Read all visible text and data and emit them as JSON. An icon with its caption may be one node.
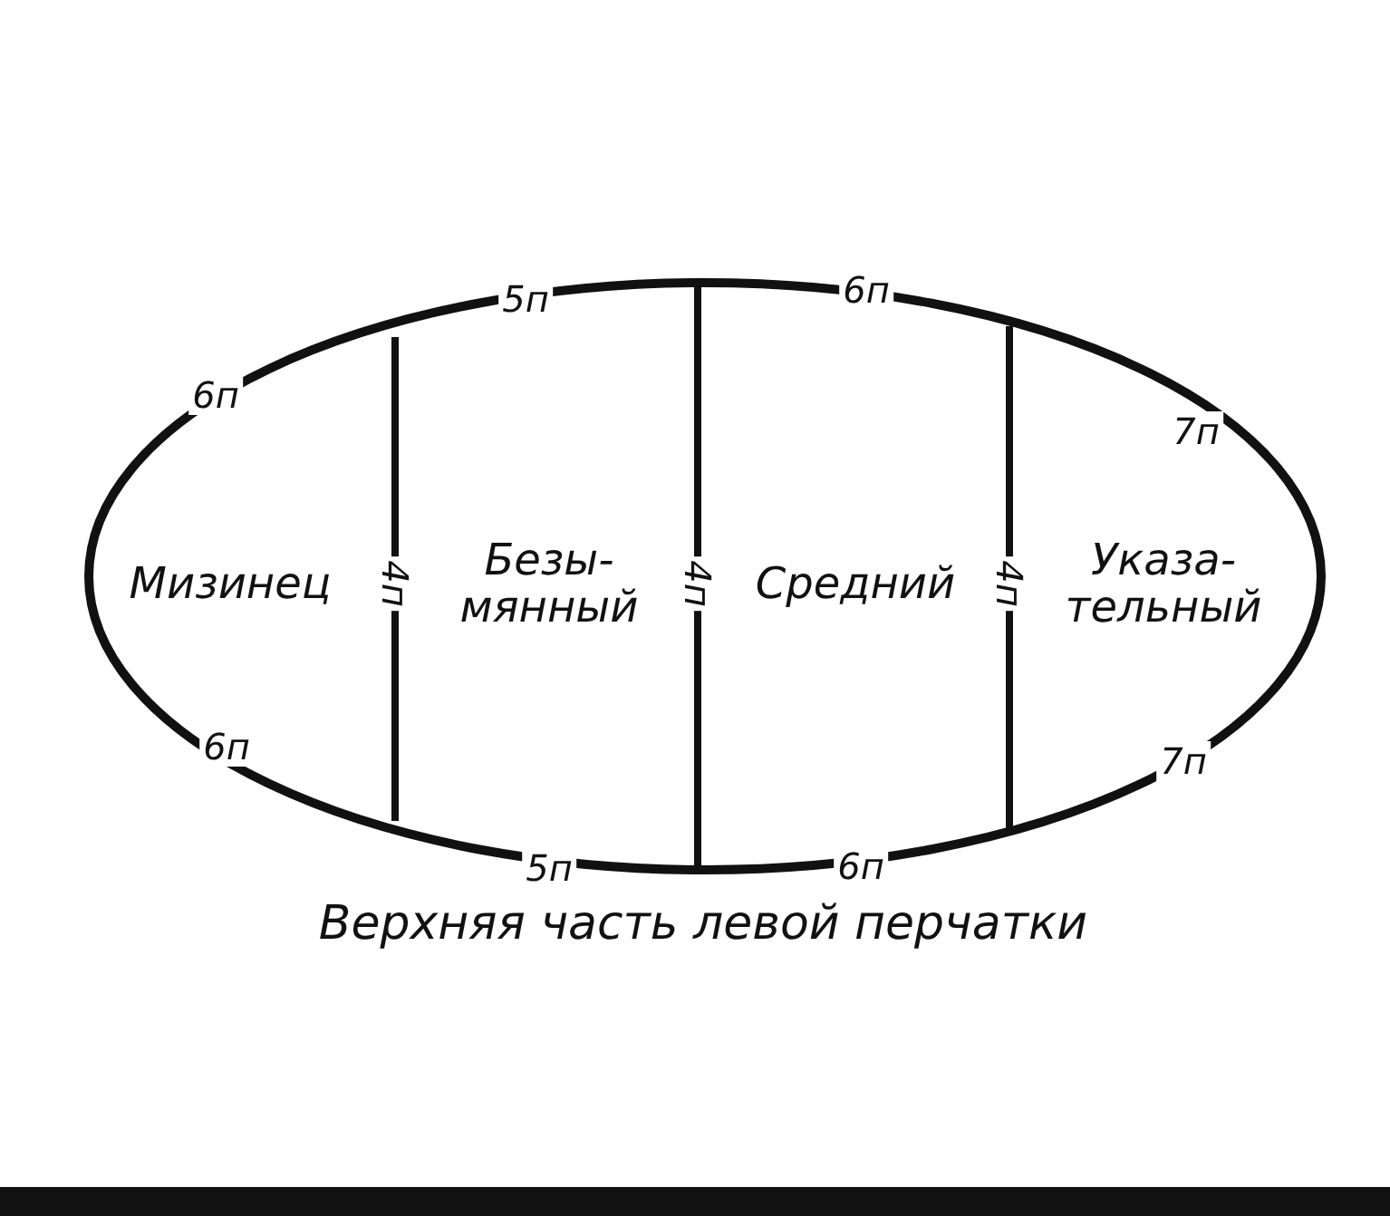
{
  "diagram": {
    "caption": "Верхняя часть левой перчатки",
    "nodes": [
      {
        "text": [
          "Мизинец"
        ]
      },
      {
        "text": [
          "Безы- мянный"
        ]
      },
      {
        "text": [
          "Средний"
        ]
      },
      {
        "text": [
          "Указа- тельный"
        ]
      }
    ],
    "labels": [
      "5п",
      "6п",
      "6п",
      "7п",
      "4п",
      "4п",
      "4п",
      "6п",
      "7п",
      "5п",
      "6п"
    ]
  }
}
